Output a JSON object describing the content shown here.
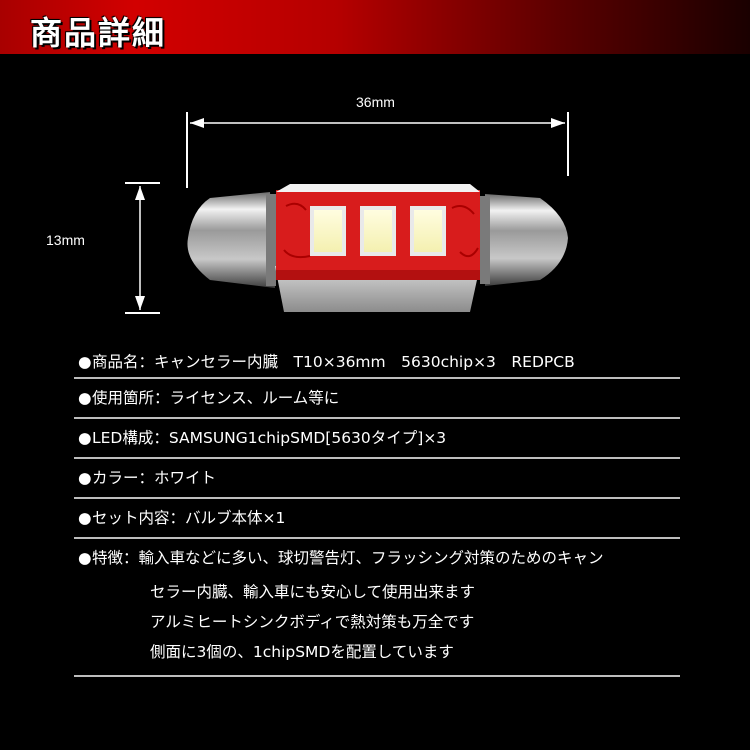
{
  "header": {
    "title": "商品詳細"
  },
  "dimensions": {
    "width_label": "36mm",
    "height_label": "13mm"
  },
  "specs": [
    {
      "label": "商品名",
      "value": "キャンセラー内臓　T10×36mm　5630chip×3　REDPCB"
    },
    {
      "label": "使用箇所",
      "value": "ライセンス、ルーム等に"
    },
    {
      "label": "LED構成",
      "value": "SAMSUNG1chipSMD[5630タイプ]×3"
    },
    {
      "label": "カラー",
      "value": "ホワイト"
    },
    {
      "label": "セット内容",
      "value": "バルブ本体×1"
    }
  ],
  "features": {
    "label": "特徴",
    "lines": [
      "輸入車などに多い、球切警告灯、フラッシング対策のためのキャン",
      "セラー内臓、輸入車にも安心して使用出来ます",
      "アルミヒートシンクボディで熱対策も万全です",
      "側面に3個の、1chipSMDを配置しています"
    ]
  },
  "colors": {
    "header_red": "#c00000",
    "pcb_red": "#d81c1c",
    "led_white": "#fffef2"
  }
}
